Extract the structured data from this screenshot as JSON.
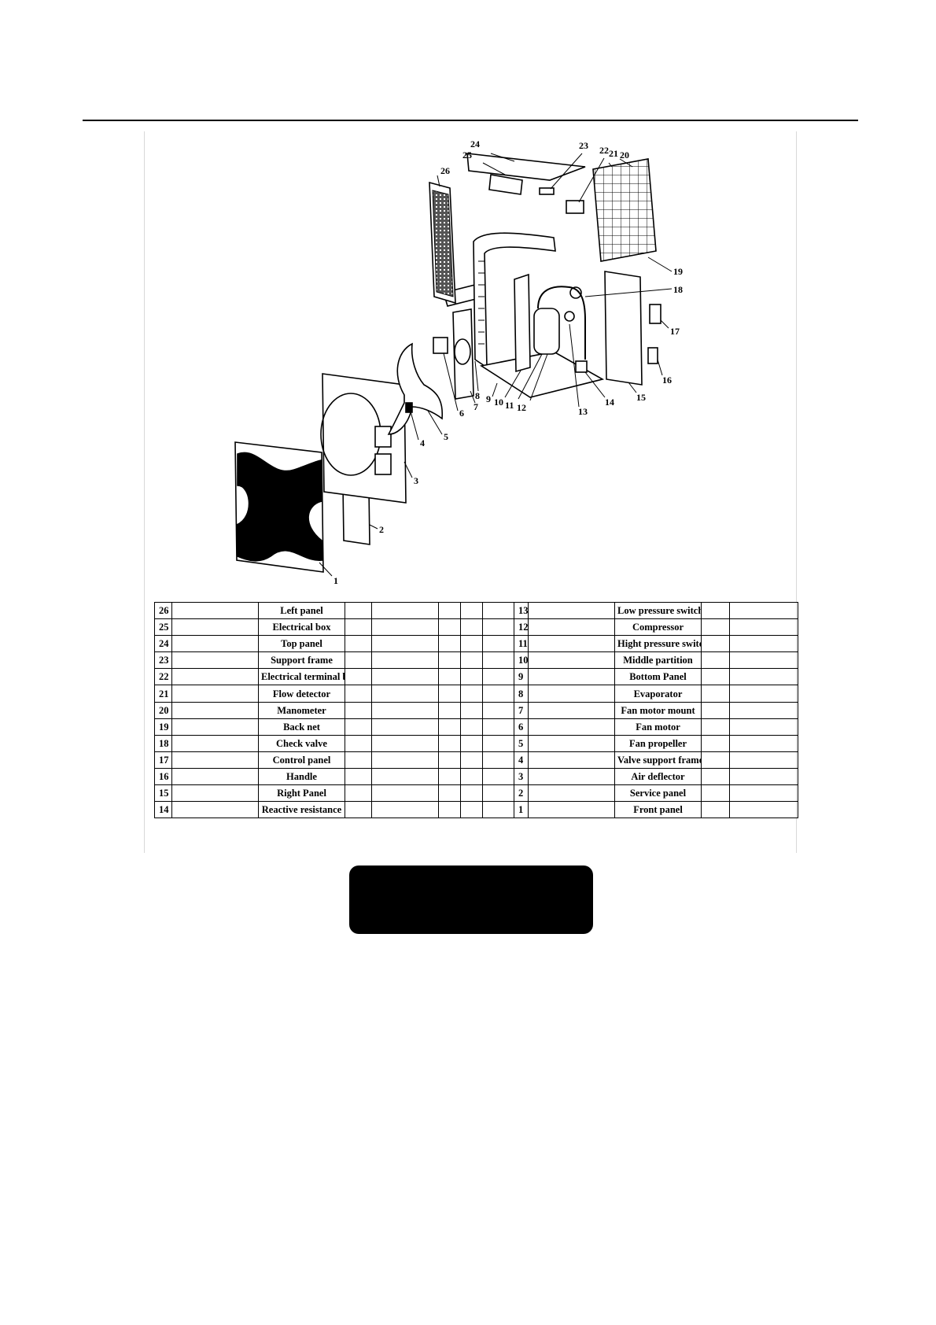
{
  "callouts": [
    "1",
    "2",
    "3",
    "4",
    "5",
    "6",
    "7",
    "8",
    "9",
    "10",
    "11",
    "12",
    "13",
    "14",
    "15",
    "16",
    "17",
    "18",
    "19",
    "20",
    "21",
    "22",
    "23",
    "24",
    "25",
    "26"
  ],
  "parts_table": {
    "left_rows": [
      {
        "num": "26",
        "name": "Left panel"
      },
      {
        "num": "25",
        "name": "Electrical box"
      },
      {
        "num": "24",
        "name": "Top panel"
      },
      {
        "num": "23",
        "name": "Support frame"
      },
      {
        "num": "22",
        "name": "Electrical terminal block"
      },
      {
        "num": "21",
        "name": "Flow detector"
      },
      {
        "num": "20",
        "name": "Manometer"
      },
      {
        "num": "19",
        "name": "Back net"
      },
      {
        "num": "18",
        "name": "Check valve"
      },
      {
        "num": "17",
        "name": "Control panel"
      },
      {
        "num": "16",
        "name": "Handle"
      },
      {
        "num": "15",
        "name": "Right Panel"
      },
      {
        "num": "14",
        "name": "Reactive resistance"
      }
    ],
    "right_rows": [
      {
        "num": "13",
        "name": "Low pressure switch"
      },
      {
        "num": "12",
        "name": "Compressor"
      },
      {
        "num": "11",
        "name": "Hight pressure switch"
      },
      {
        "num": "10",
        "name": "Middle partition"
      },
      {
        "num": "9",
        "name": "Bottom Panel"
      },
      {
        "num": "8",
        "name": "Evaporator"
      },
      {
        "num": "7",
        "name": "Fan motor mount"
      },
      {
        "num": "6",
        "name": "Fan motor"
      },
      {
        "num": "5",
        "name": "Fan propeller"
      },
      {
        "num": "4",
        "name": "Valve support frame"
      },
      {
        "num": "3",
        "name": "Air deflector"
      },
      {
        "num": "2",
        "name": "Service panel"
      },
      {
        "num": "1",
        "name": "Front panel"
      }
    ]
  }
}
